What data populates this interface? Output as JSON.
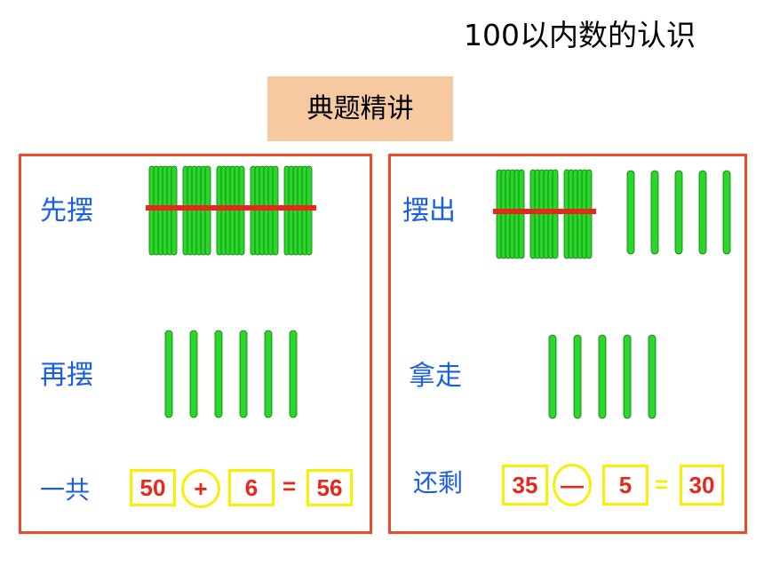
{
  "header": {
    "title": "100以内数的认识",
    "banner": "典题精讲"
  },
  "left": {
    "label_first": "先摆",
    "label_second": "再摆",
    "label_total": "一共",
    "bundles": 5,
    "singles": 6,
    "equation": {
      "a": "50",
      "op": "+",
      "b": "6",
      "eq": "=",
      "result": "56"
    }
  },
  "right": {
    "label_first": "摆出",
    "label_second": "拿走",
    "label_total": "还剩",
    "bundles": 3,
    "singles": 5,
    "taken": 5,
    "equation": {
      "a": "35",
      "op": "—",
      "b": "5",
      "eq": "=",
      "result": "30"
    }
  },
  "colors": {
    "stick": "#2bd62b",
    "band": "#e8271b",
    "panel_border": "#ef4a25",
    "label": "#1a5ee8",
    "box_border": "#f7f000",
    "banner_bg": "#f7c9a0"
  }
}
